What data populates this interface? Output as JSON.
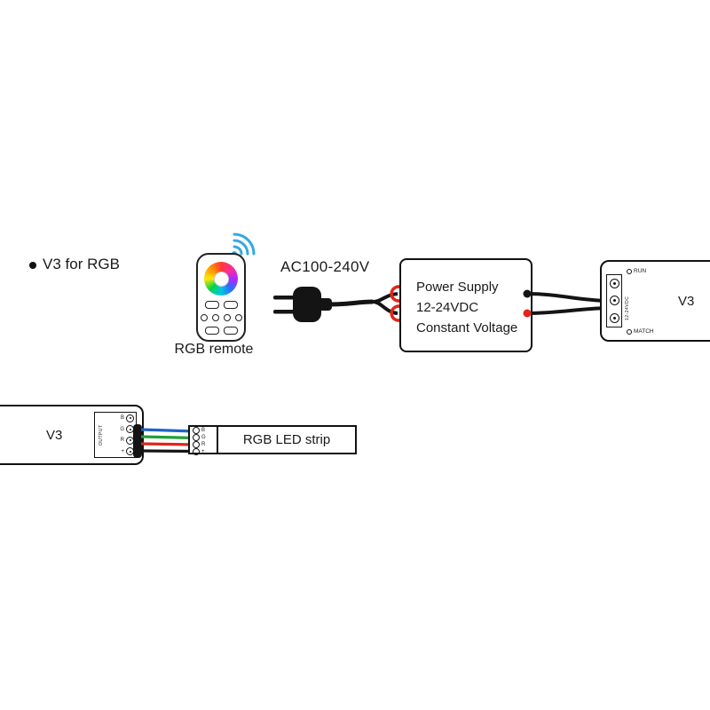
{
  "legend": {
    "bullet_label": "V3 for RGB"
  },
  "remote": {
    "caption": "RGB remote"
  },
  "ac": {
    "label": "AC100-240V"
  },
  "power_supply": {
    "line1": "Power Supply",
    "line2": "12-24VDC",
    "line3": "Constant Voltage"
  },
  "controller_right": {
    "label": "V3",
    "run_label": "RUN",
    "match_label": "MATCH",
    "port_label": "12-24VDC"
  },
  "controller_bottom": {
    "label": "V3",
    "output_label": "OUTPUT"
  },
  "strip": {
    "label": "RGB LED strip",
    "terminals": [
      "B",
      "G",
      "R",
      "+"
    ]
  },
  "wires": {
    "colors": {
      "black": "#141414",
      "red": "#e0251b",
      "blue": "#1f62c9",
      "green": "#21a038"
    }
  },
  "icons": {
    "wifi_color": "#36a9e1"
  }
}
